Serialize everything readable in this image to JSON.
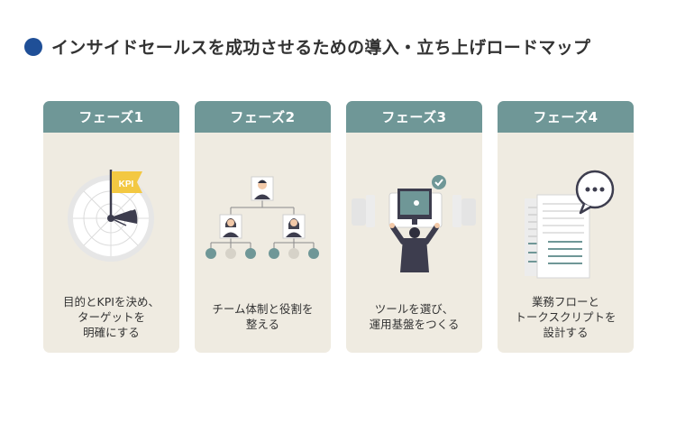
{
  "title": "インサイドセールスを成功させるための導入・立ち上げロードマップ",
  "accent_color": "#1f4f97",
  "header_color": "#6f9797",
  "card_bg": "#efebe1",
  "phases": [
    {
      "label": "フェーズ1",
      "icon": "kpi-target-flag-icon",
      "flag_text": "KPI",
      "lines": [
        "目的とKPIを決め、",
        "ターゲットを",
        "明確にする"
      ]
    },
    {
      "label": "フェーズ2",
      "icon": "team-org-chart-icon",
      "lines": [
        "チーム体制と役割を",
        "整える"
      ]
    },
    {
      "label": "フェーズ3",
      "icon": "tool-selection-icon",
      "lines": [
        "ツールを選び、",
        "運用基盤をつくる"
      ]
    },
    {
      "label": "フェーズ4",
      "icon": "business-flow-script-icon",
      "lines": [
        "業務フローと",
        "トークスクリプトを",
        "設計する"
      ]
    }
  ]
}
